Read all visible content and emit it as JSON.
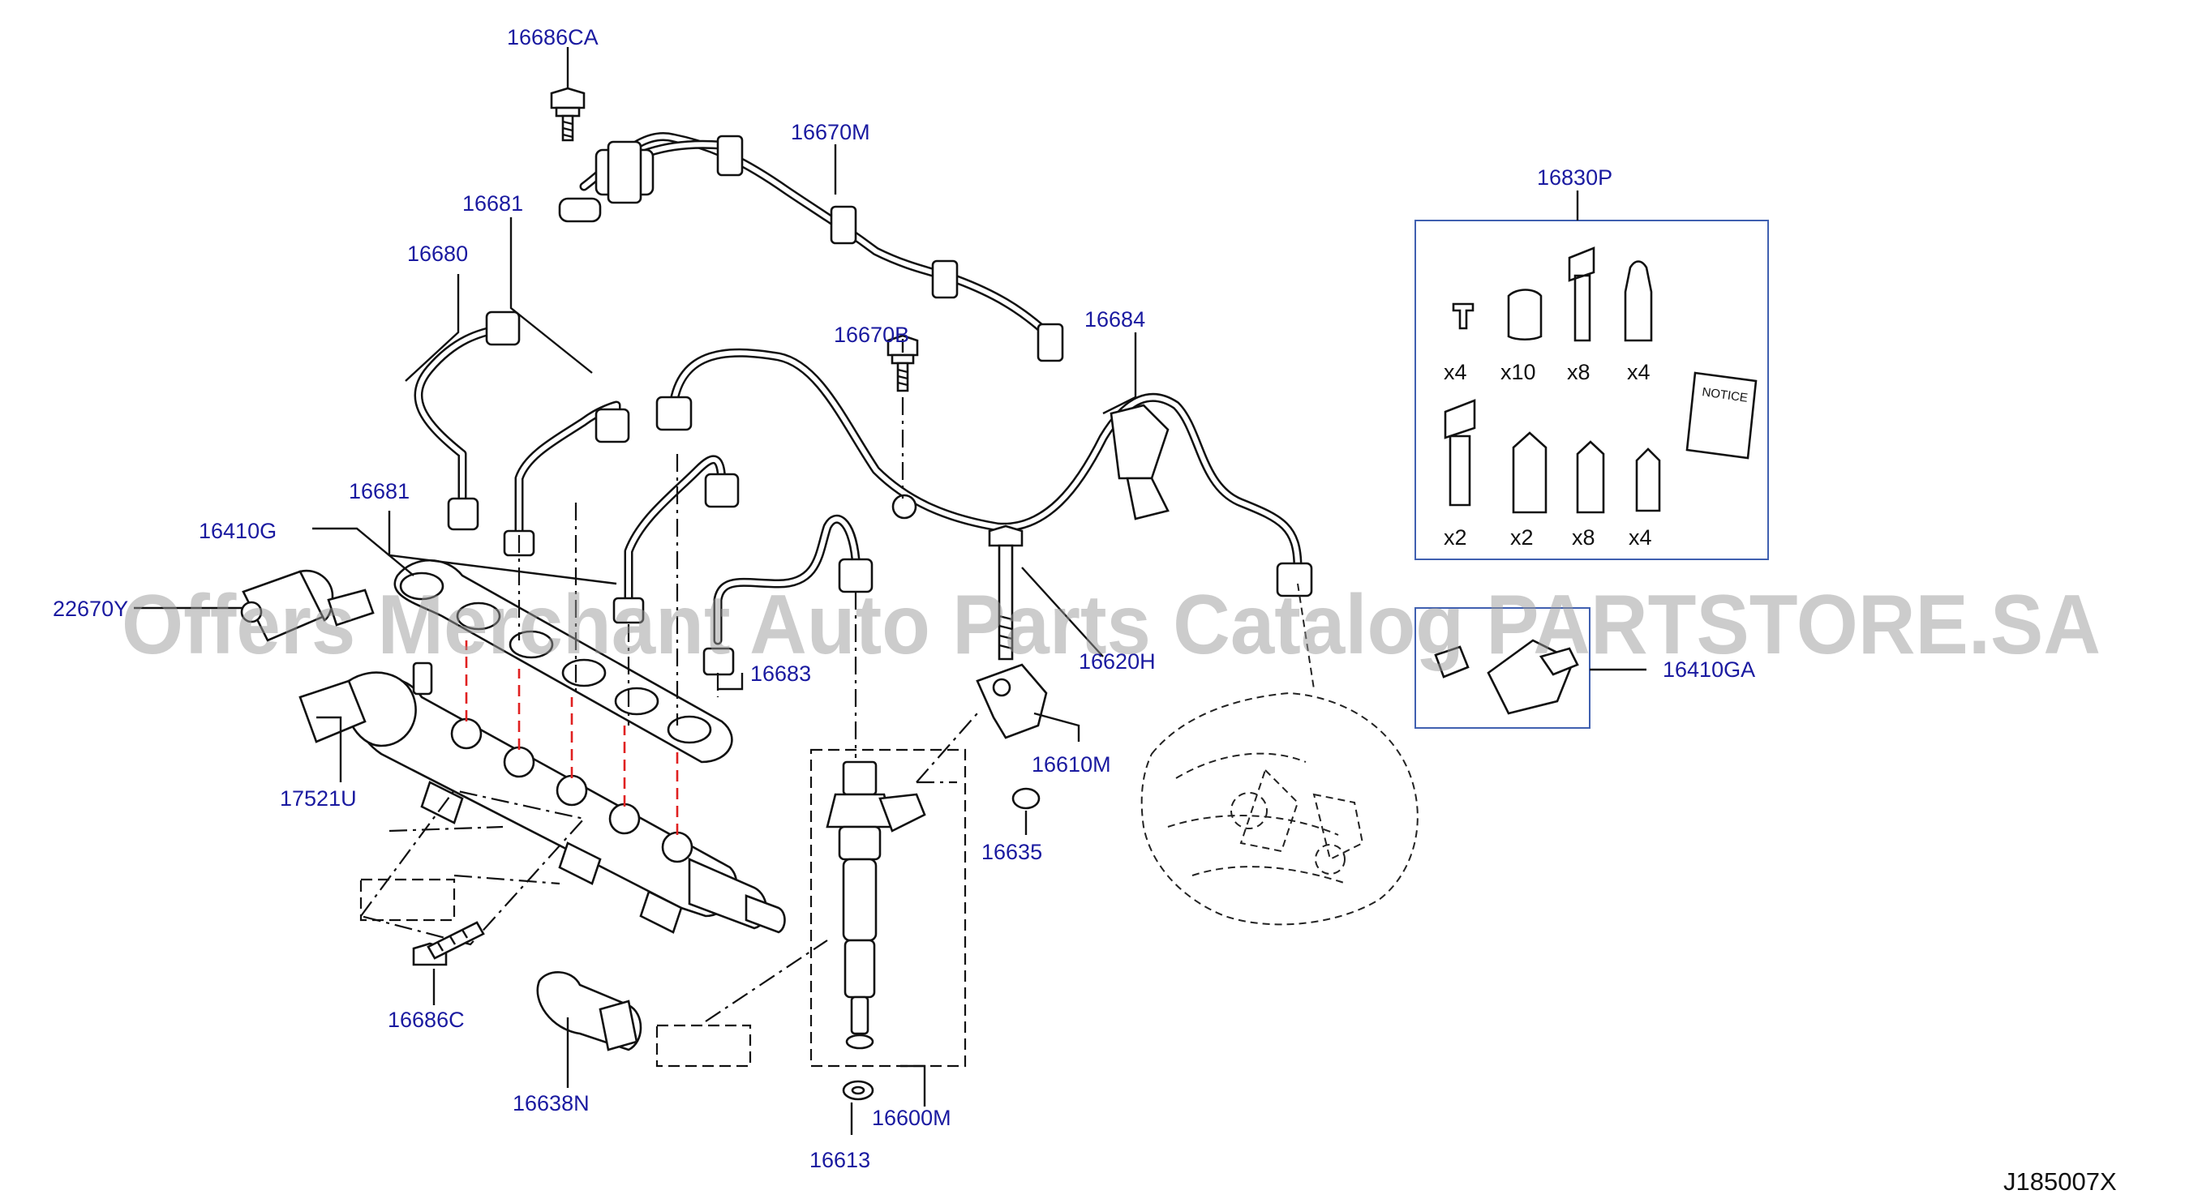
{
  "diagram_code": "J185007X",
  "watermark": "Offers Merchant Auto Parts Catalog PARTSTORE.SA",
  "part_labels": [
    "16686CA",
    "16670M",
    "16681",
    "16680",
    "16670B",
    "16684",
    "16681",
    "16410G",
    "22670Y",
    "16683",
    "16620H",
    "16610M",
    "17521U",
    "16635",
    "16686C",
    "16638N",
    "16600M",
    "16613",
    "16830P",
    "16410GA"
  ],
  "kit": {
    "quantities_top": [
      "x4",
      "x10",
      "x8",
      "x4"
    ],
    "quantities_bottom": [
      "x2",
      "x2",
      "x8",
      "x4"
    ],
    "notice_text": "NOTICE"
  },
  "colors": {
    "label_text": "#1a1aa0",
    "kit_box": "#4060b0",
    "guide_red": "#e02020",
    "line": "#111111"
  }
}
